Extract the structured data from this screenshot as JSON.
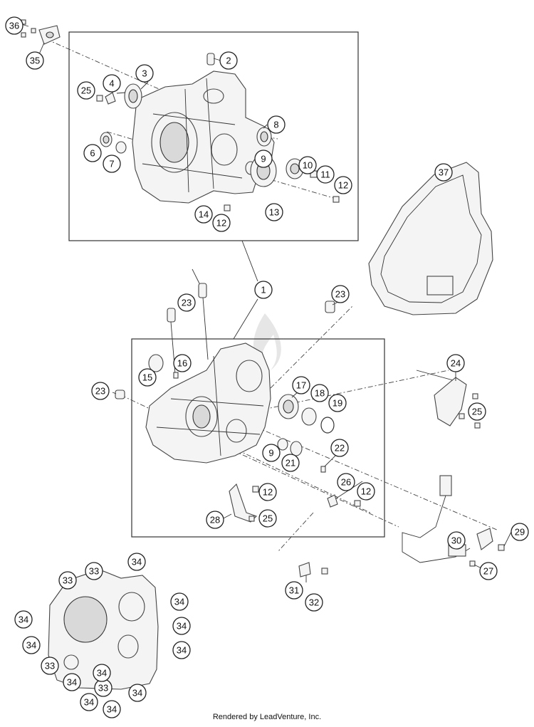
{
  "footer_text": "Rendered by LeadVenture, Inc.",
  "callouts": [
    {
      "id": "c-36",
      "label": "36"
    },
    {
      "id": "c-35",
      "label": "35"
    },
    {
      "id": "c-2",
      "label": "2"
    },
    {
      "id": "c-3",
      "label": "3"
    },
    {
      "id": "c-4",
      "label": "4"
    },
    {
      "id": "c-25a",
      "label": "25"
    },
    {
      "id": "c-8",
      "label": "8"
    },
    {
      "id": "c-6",
      "label": "6"
    },
    {
      "id": "c-7",
      "label": "7"
    },
    {
      "id": "c-9a",
      "label": "9"
    },
    {
      "id": "c-10",
      "label": "10"
    },
    {
      "id": "c-11",
      "label": "11"
    },
    {
      "id": "c-12a",
      "label": "12"
    },
    {
      "id": "c-13",
      "label": "13"
    },
    {
      "id": "c-14",
      "label": "14"
    },
    {
      "id": "c-12b",
      "label": "12"
    },
    {
      "id": "c-37",
      "label": "37"
    },
    {
      "id": "c-1",
      "label": "1"
    },
    {
      "id": "c-23a",
      "label": "23"
    },
    {
      "id": "c-23b",
      "label": "23"
    },
    {
      "id": "c-23c",
      "label": "23"
    },
    {
      "id": "c-15",
      "label": "15"
    },
    {
      "id": "c-16",
      "label": "16"
    },
    {
      "id": "c-17",
      "label": "17"
    },
    {
      "id": "c-18",
      "label": "18"
    },
    {
      "id": "c-19",
      "label": "19"
    },
    {
      "id": "c-24",
      "label": "24"
    },
    {
      "id": "c-25b",
      "label": "25"
    },
    {
      "id": "c-22",
      "label": "22"
    },
    {
      "id": "c-9b",
      "label": "9"
    },
    {
      "id": "c-21",
      "label": "21"
    },
    {
      "id": "c-26",
      "label": "26"
    },
    {
      "id": "c-12c",
      "label": "12"
    },
    {
      "id": "c-12d",
      "label": "12"
    },
    {
      "id": "c-28",
      "label": "28"
    },
    {
      "id": "c-25c",
      "label": "25"
    },
    {
      "id": "c-29",
      "label": "29"
    },
    {
      "id": "c-30",
      "label": "30"
    },
    {
      "id": "c-27",
      "label": "27"
    },
    {
      "id": "c-31",
      "label": "31"
    },
    {
      "id": "c-32",
      "label": "32"
    },
    {
      "id": "c-34a",
      "label": "34"
    },
    {
      "id": "c-33a",
      "label": "33"
    },
    {
      "id": "c-33b",
      "label": "33"
    },
    {
      "id": "c-34b",
      "label": "34"
    },
    {
      "id": "c-34c",
      "label": "34"
    },
    {
      "id": "c-34d",
      "label": "34"
    },
    {
      "id": "c-34e",
      "label": "34"
    },
    {
      "id": "c-34f",
      "label": "34"
    },
    {
      "id": "c-33c",
      "label": "33"
    },
    {
      "id": "c-34g",
      "label": "34"
    },
    {
      "id": "c-34h",
      "label": "34"
    },
    {
      "id": "c-33d",
      "label": "33"
    },
    {
      "id": "c-34i",
      "label": "34"
    },
    {
      "id": "c-34j",
      "label": "34"
    },
    {
      "id": "c-34k",
      "label": "34"
    }
  ]
}
